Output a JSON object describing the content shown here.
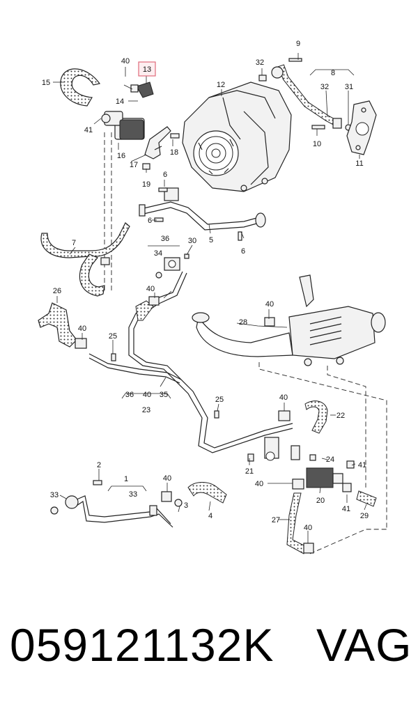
{
  "highlight_color": "#e06a7a",
  "callouts": {
    "c1": "1",
    "c2": "2",
    "c3": "3",
    "c4": "4",
    "c5": "5",
    "c6a": "6",
    "c6b": "6",
    "c6c": "6",
    "c7": "7",
    "c8": "8",
    "c9": "9",
    "c10": "10",
    "c11": "11",
    "c12": "12",
    "c13": "13",
    "c14": "14",
    "c15": "15",
    "c16": "16",
    "c17": "17",
    "c18": "18",
    "c19": "19",
    "c20": "20",
    "c21": "21",
    "c22": "22",
    "c23": "23",
    "c24": "24",
    "c25a": "25",
    "c25b": "25",
    "c26": "26",
    "c27": "27",
    "c28": "28",
    "c29": "29",
    "c30": "30",
    "c31": "31",
    "c32a": "32",
    "c32b": "32",
    "c33a": "33",
    "c33b": "33",
    "c34": "34",
    "c35": "35",
    "c36a": "36",
    "c36b": "36",
    "c40a": "40",
    "c40b": "40",
    "c40c": "40",
    "c40d": "40",
    "c40e": "40",
    "c40f": "40",
    "c40g": "40",
    "c40h": "40",
    "c40i": "40",
    "c41a": "41",
    "c41b": "41",
    "c41c": "41"
  },
  "footer": {
    "part_number": "059121132K",
    "brand": "VAG"
  }
}
